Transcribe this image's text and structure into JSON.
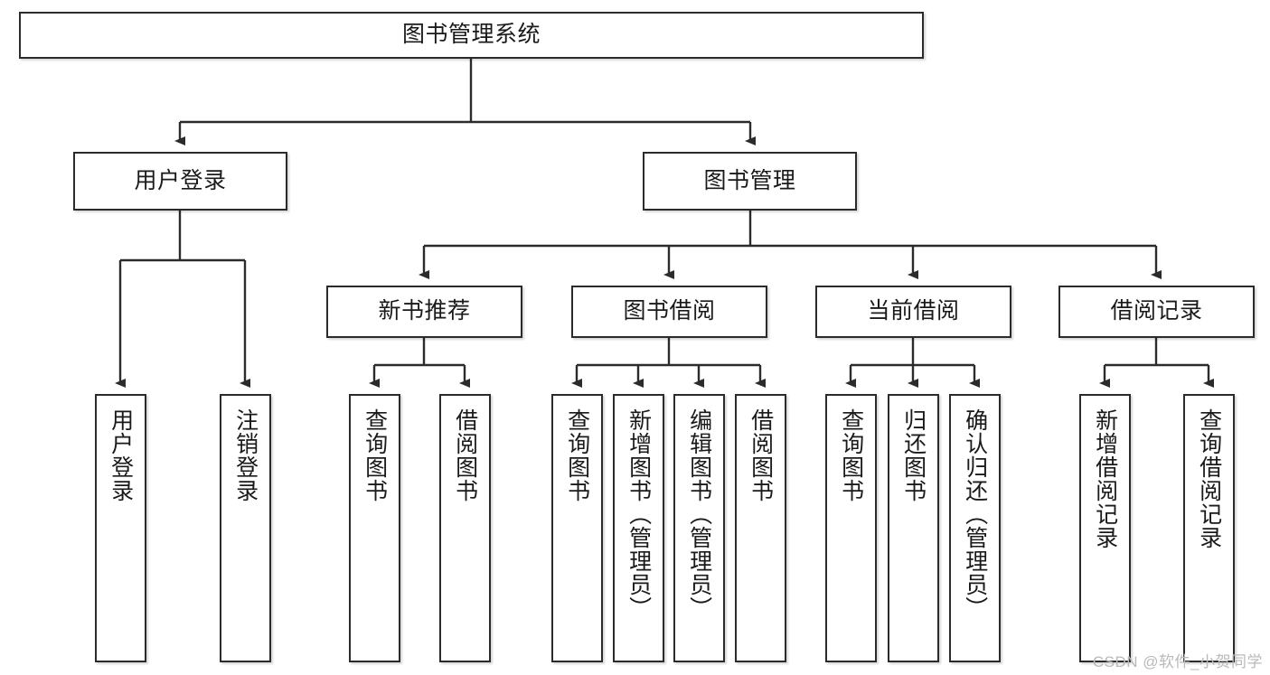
{
  "diagram": {
    "type": "tree",
    "title": "图书管理系统",
    "style": {
      "border_color": "#2b2b2b",
      "fill_color": "#ffffff",
      "text_color": "#1a1a1a",
      "background": "#ffffff"
    },
    "root": {
      "label": "图书管理系统"
    },
    "level2": [
      {
        "label": "用户登录"
      },
      {
        "label": "图书管理"
      }
    ],
    "level3": [
      {
        "label": "新书推荐"
      },
      {
        "label": "图书借阅"
      },
      {
        "label": "当前借阅"
      },
      {
        "label": "借阅记录"
      }
    ],
    "leaves": {
      "user_login": [
        {
          "label": "用户登录"
        },
        {
          "label": "注销登录"
        }
      ],
      "new_book_recommend": [
        {
          "label": "查询图书"
        },
        {
          "label": "借阅图书"
        }
      ],
      "book_borrow": [
        {
          "label": "查询图书"
        },
        {
          "label": "新增图书（管理员）"
        },
        {
          "label": "编辑图书（管理员）"
        },
        {
          "label": "借阅图书"
        }
      ],
      "current_borrow": [
        {
          "label": "查询图书"
        },
        {
          "label": "归还图书"
        },
        {
          "label": "确认归还（管理员）"
        }
      ],
      "borrow_record": [
        {
          "label": "新增借阅记录"
        },
        {
          "label": "查询借阅记录"
        }
      ]
    }
  },
  "watermark": {
    "text": "CSDN @软件_小贺同学"
  }
}
